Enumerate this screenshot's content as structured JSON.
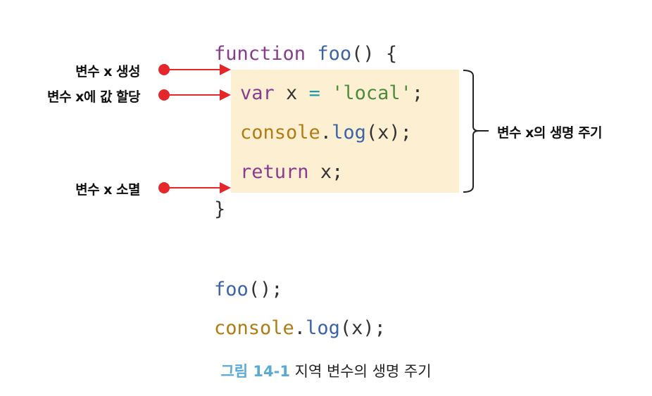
{
  "code": {
    "line1": {
      "kw": "function",
      "fn": "foo",
      "paren": "()",
      "brace": "{"
    },
    "line2": {
      "kw": "var",
      "name": "x",
      "op": "=",
      "str": "'local'",
      "semi": ";"
    },
    "line3": {
      "obj": "console",
      "dot": ".",
      "method": "log",
      "args": "(x);"
    },
    "line4": {
      "kw": "return",
      "rest": "x;"
    },
    "line5": {
      "brace": "}"
    },
    "call1": {
      "fn": "foo",
      "rest": "();"
    },
    "call2": {
      "obj": "console",
      "dot": ".",
      "method": "log",
      "args": "(x);"
    }
  },
  "annotations": {
    "declare": "변수 x 생성",
    "assign": "변수 x에 값 할당",
    "destroy": "변수 x 소멸",
    "lifetime": "변수 x의 생명 주기"
  },
  "caption": {
    "number": "그림 14-1",
    "text": "지역 변수의 생명 주기"
  },
  "colors": {
    "arrow": "#e5262b",
    "scope_background": "#fdf0d2",
    "keyword": "#8a3b8f",
    "function": "#3b64a8",
    "string": "#4d8a3a",
    "object": "#b07d14",
    "caption_number": "#5aaad8"
  }
}
